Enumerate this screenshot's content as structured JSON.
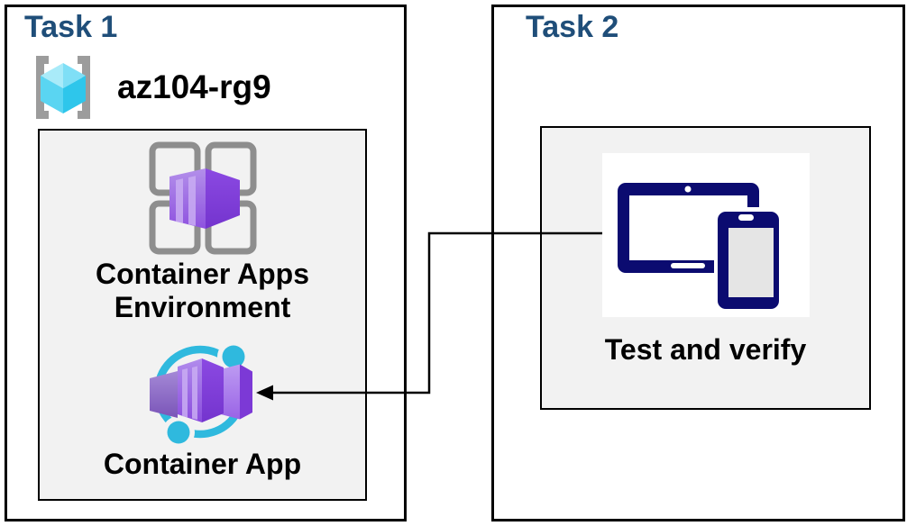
{
  "diagram": {
    "task1": {
      "title": "Task 1",
      "resource_group": "az104-rg9",
      "environment_caption": "Container Apps\nEnvironment",
      "app_caption": "Container App"
    },
    "task2": {
      "title": "Task 2",
      "caption": "Test and verify"
    },
    "connector": {
      "description": "elbow arrow from test-devices icon to Container App icon"
    },
    "icons": {
      "resource_group": "azure-resource-group-icon",
      "environment": "container-apps-environment-icon",
      "container_app": "container-app-icon",
      "devices": "tablet-and-phone-icon"
    },
    "colors": {
      "task_title": "#1F4E79",
      "border": "#000000",
      "panel_bg": "#F2F2F2",
      "canvas_bg": "#FFFFFF",
      "azure_purple": "#8A4CDE",
      "azure_cyan": "#2FB9DE",
      "resource_cube_cyan": "#5AD5F2",
      "device_navy": "#0B0B70",
      "bracket_gray": "#9C9C9C",
      "grid_gray": "#8E8E8E"
    }
  }
}
